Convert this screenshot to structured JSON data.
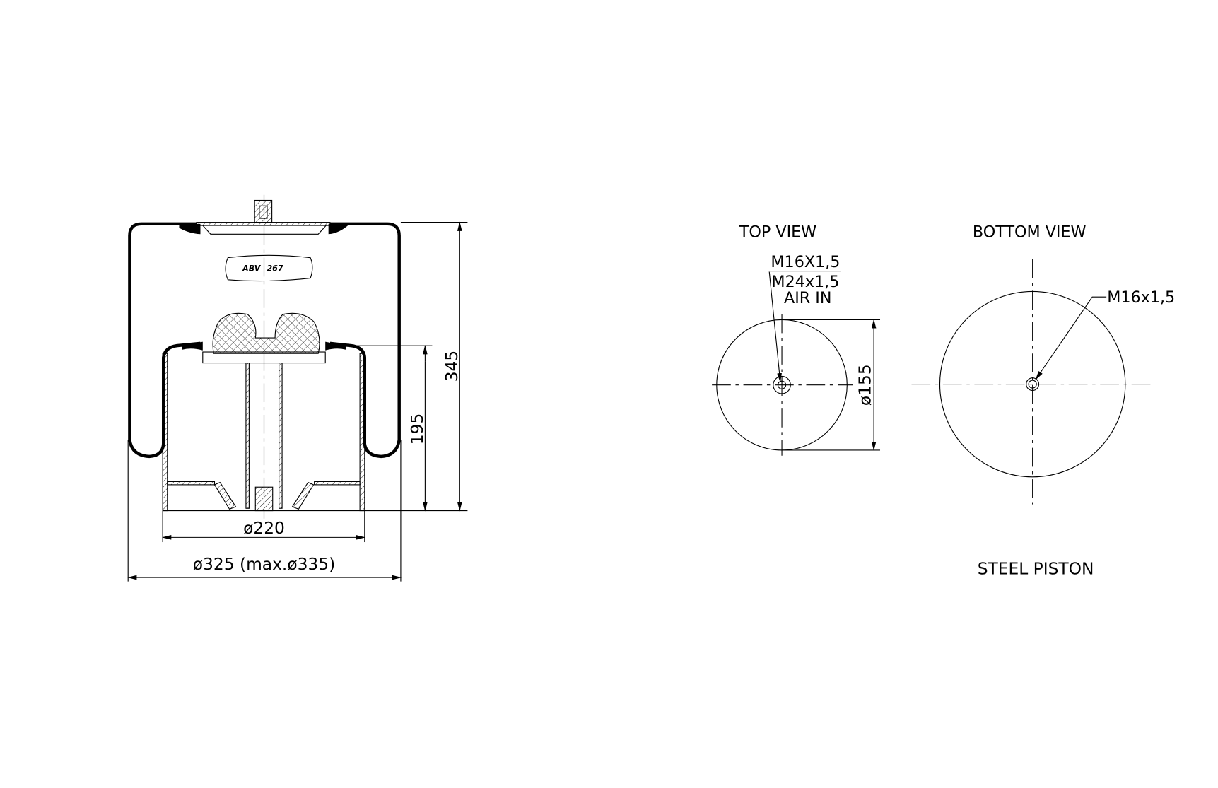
{
  "side_view": {
    "part_label_prefix": "ABV",
    "part_label_number": "267",
    "dim_height_total": "345",
    "dim_height_piston": "195",
    "dim_piston_diameter": "ø220",
    "dim_bellow_diameter": "ø325 (max.ø335)"
  },
  "top_view": {
    "title": "TOP VIEW",
    "thread_1": "M16X1,5",
    "thread_2": "M24x1,5",
    "air_in": "AIR IN",
    "dim_diameter": "ø155"
  },
  "bottom_view": {
    "title": "BOTTOM VIEW",
    "thread": "M16x1,5",
    "caption": "STEEL PISTON"
  }
}
